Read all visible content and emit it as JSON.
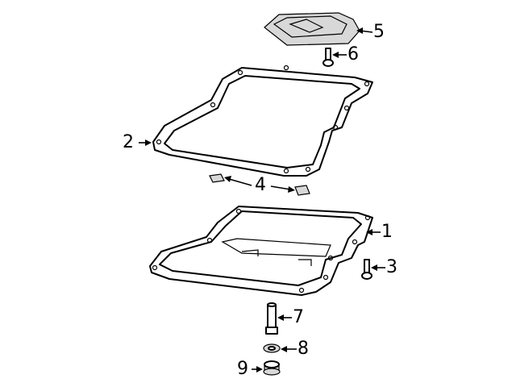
{
  "diagram": {
    "callouts": [
      {
        "number": "1",
        "part": "oil-pan"
      },
      {
        "number": "2",
        "part": "gasket"
      },
      {
        "number": "3",
        "part": "bolt"
      },
      {
        "number": "4",
        "part": "magnet"
      },
      {
        "number": "5",
        "part": "filter"
      },
      {
        "number": "6",
        "part": "filter-bolt"
      },
      {
        "number": "7",
        "part": "drain-tube"
      },
      {
        "number": "8",
        "part": "washer"
      },
      {
        "number": "9",
        "part": "drain-plug"
      }
    ]
  }
}
